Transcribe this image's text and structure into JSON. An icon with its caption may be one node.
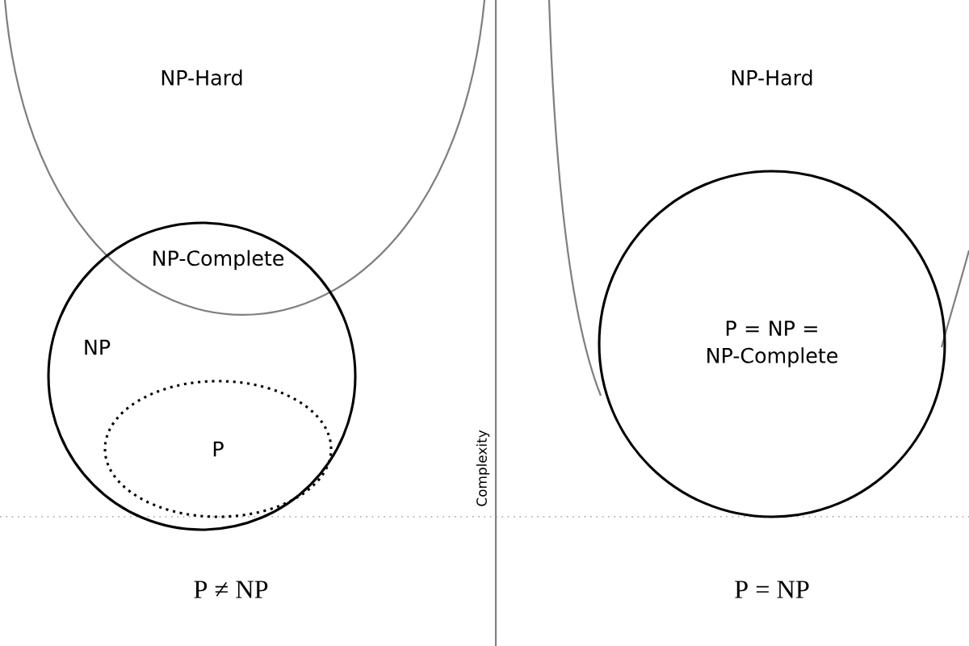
{
  "diagram": {
    "nodes": [
      {
        "text": [
          "NP-Hard"
        ]
      },
      {
        "text": [
          "NP"
        ]
      },
      {
        "text": [
          "P"
        ],
        "in": 1
      },
      {
        "text": [
          "NP-Hard"
        ]
      },
      {
        "text": [
          "P = NP = NP-Complete"
        ]
      }
    ],
    "labels": [
      "NP-Complete",
      "Complexity",
      "P ≠ NP",
      "P = NP"
    ]
  }
}
